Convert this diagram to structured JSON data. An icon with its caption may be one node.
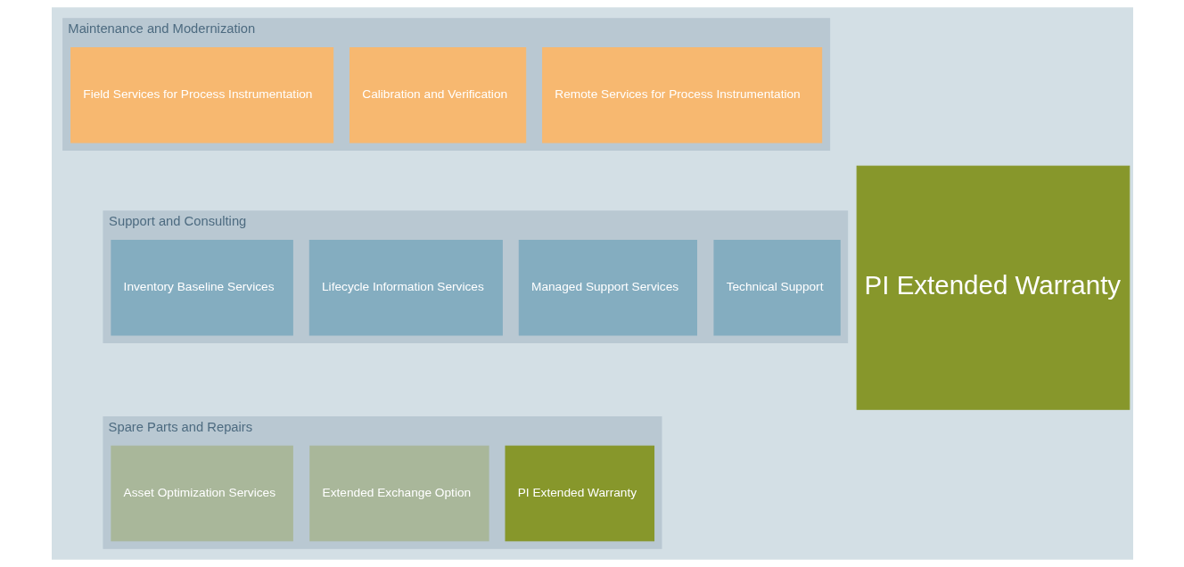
{
  "diagram": {
    "nodes": [
      {
        "text": [
          "Maintenance and Modernization"
        ]
      },
      {
        "text": [
          "Field Services for Process Instrumentation"
        ],
        "in": 0
      },
      {
        "text": [
          "Calibration and Verification"
        ],
        "in": 0
      },
      {
        "text": [
          "Remote Services for Process Instrumentation"
        ],
        "in": 0
      },
      {
        "text": [
          "Support and Consulting"
        ]
      },
      {
        "text": [
          "Inventory Baseline Services"
        ],
        "in": 4
      },
      {
        "text": [
          "Lifecycle Information Services"
        ],
        "in": 4
      },
      {
        "text": [
          "Managed Support Services"
        ],
        "in": 4
      },
      {
        "text": [
          "Technical Support"
        ],
        "in": 4
      },
      {
        "text": [
          "Spare Parts and Repairs"
        ]
      },
      {
        "text": [
          "Asset Optimization Services"
        ],
        "in": 9
      },
      {
        "text": [
          "Extended Exchange Option"
        ],
        "in": 9
      },
      {
        "text": [
          "PI Extended Warranty"
        ],
        "in": 9
      },
      {
        "text": [
          "PI Extended Warranty"
        ]
      }
    ],
    "edges": []
  }
}
